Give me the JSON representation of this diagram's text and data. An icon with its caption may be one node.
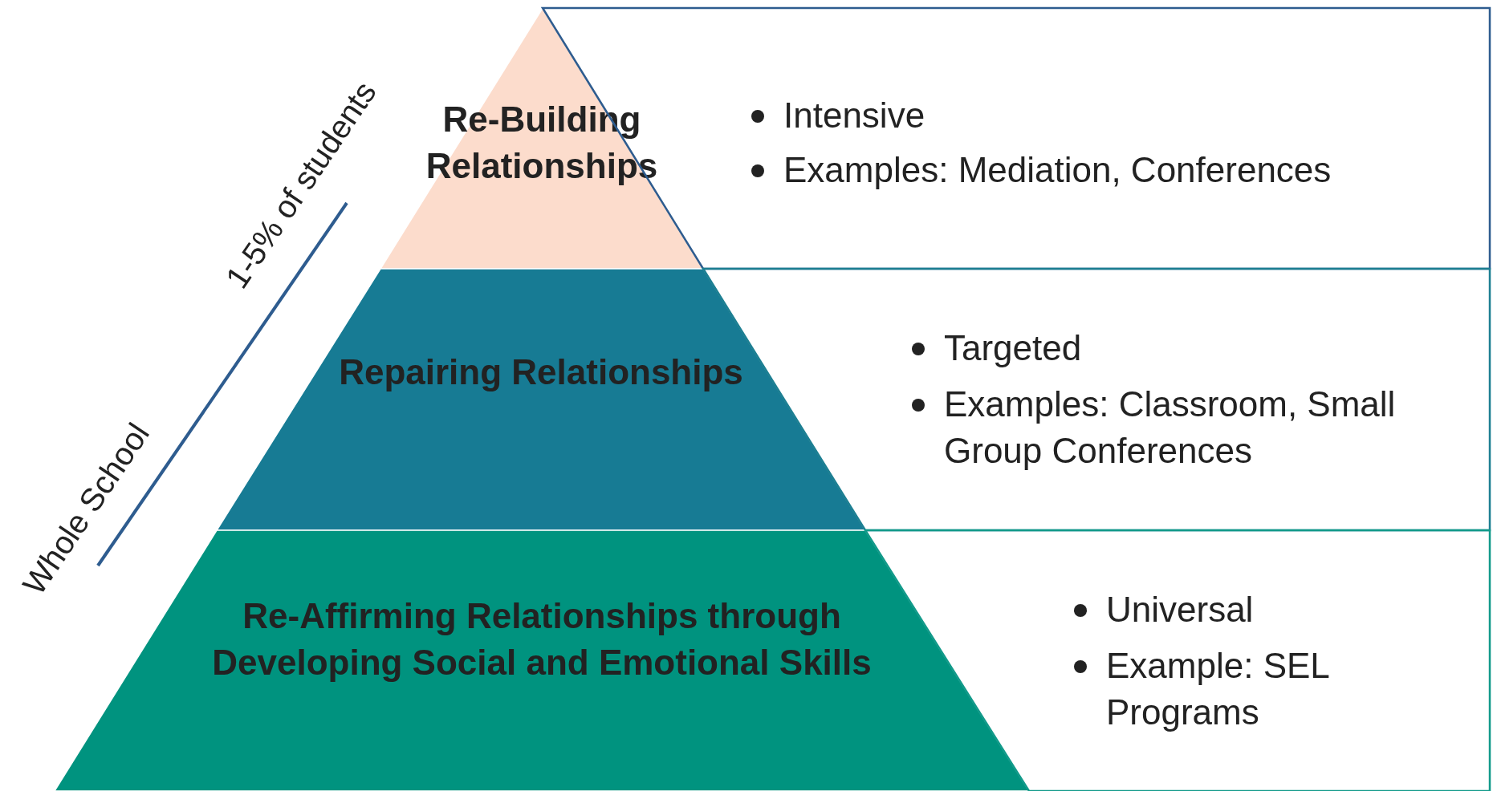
{
  "diagram": {
    "nodes": [
      {
        "text": [
          "Re-Building Relationships"
        ]
      },
      {
        "text": [
          "Intensive",
          "Examples: Mediation, Conferences"
        ]
      },
      {
        "text": [
          "Repairing Relationships"
        ]
      },
      {
        "text": [
          "Targeted",
          "Examples: Classroom, Small Group Conferences"
        ]
      },
      {
        "text": [
          "Re-Affirming Relationships through Developing Social and Emotional Skills"
        ]
      },
      {
        "text": [
          "Universal",
          "Example: SEL Programs"
        ]
      }
    ],
    "labels": [
      "Whole School",
      "1-5% of students"
    ]
  }
}
